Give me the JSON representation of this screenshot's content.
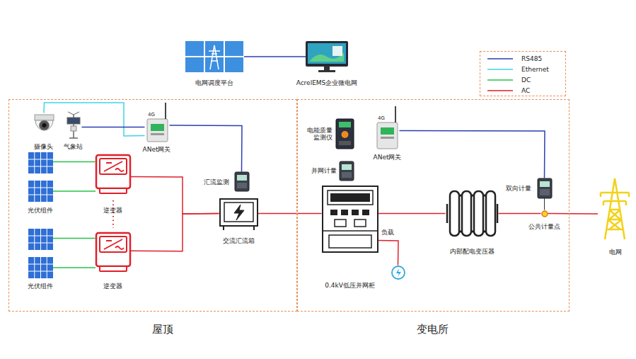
{
  "diagram": {
    "nodes": [
      {
        "text": [
          "电网调度平台"
        ]
      },
      {
        "text": [
          "AcrelEMS企业微电网"
        ]
      },
      {
        "text": [
          "屋顶"
        ]
      },
      {
        "text": [
          "摄像头"
        ],
        "in": 2
      },
      {
        "text": [
          "气象站"
        ],
        "in": 2
      },
      {
        "text": [
          "ANet网关"
        ],
        "in": 2
      },
      {
        "text": [
          "光伏组件"
        ],
        "in": 2
      },
      {
        "text": [
          "逆变器"
        ],
        "in": 2
      },
      {
        "text": [
          "光伏组件"
        ],
        "in": 2
      },
      {
        "text": [
          "逆变器"
        ],
        "in": 2
      },
      {
        "text": [
          "汇流监测"
        ],
        "in": 2
      },
      {
        "text": [
          "交流汇流箱"
        ],
        "in": 2
      },
      {
        "text": [
          "变电所"
        ]
      },
      {
        "text": [
          "电能质量监测仪"
        ],
        "in": 12
      },
      {
        "text": [
          "并网计量"
        ],
        "in": 12
      },
      {
        "text": [
          "ANet网关"
        ],
        "in": 12
      },
      {
        "text": [
          "0.4kV低压并网柜"
        ],
        "in": 12
      },
      {
        "text": [
          "负载"
        ],
        "in": 12
      },
      {
        "text": [
          "内部配电变压器"
        ],
        "in": 12
      },
      {
        "text": [
          "双向计量"
        ],
        "in": 12
      },
      {
        "text": [
          "公共计量点"
        ],
        "in": 12
      },
      {
        "text": [
          "电网"
        ]
      }
    ],
    "edges": [
      {
        "from": 0,
        "to": 1,
        "arrow": "none"
      },
      {
        "from": 3,
        "to": 5,
        "arrow": "none"
      },
      {
        "from": 4,
        "to": 5,
        "arrow": "none"
      },
      {
        "from": 5,
        "to": 10,
        "arrow": "none"
      },
      {
        "from": 6,
        "to": 7,
        "arrow": "none"
      },
      {
        "from": 8,
        "to": 9,
        "arrow": "none"
      },
      {
        "from": 7,
        "to": 11,
        "arrow": "none"
      },
      {
        "from": 9,
        "to": 11,
        "arrow": "none"
      },
      {
        "from": 11,
        "to": 16,
        "arrow": "none"
      },
      {
        "from": 16,
        "to": 17,
        "arrow": "none"
      },
      {
        "from": 16,
        "to": 18,
        "arrow": "none"
      },
      {
        "from": 18,
        "to": 20,
        "arrow": "none"
      },
      {
        "from": 20,
        "to": 21,
        "arrow": "none"
      },
      {
        "from": 15,
        "to": 19,
        "arrow": "none"
      },
      {
        "from": 19,
        "to": 20,
        "arrow": "none"
      }
    ],
    "labels": [
      "4G",
      "4G"
    ],
    "legend": [
      {
        "text": "RS485"
      },
      {
        "text": "Ethernet"
      },
      {
        "text": "DC"
      },
      {
        "text": "AC"
      }
    ]
  }
}
